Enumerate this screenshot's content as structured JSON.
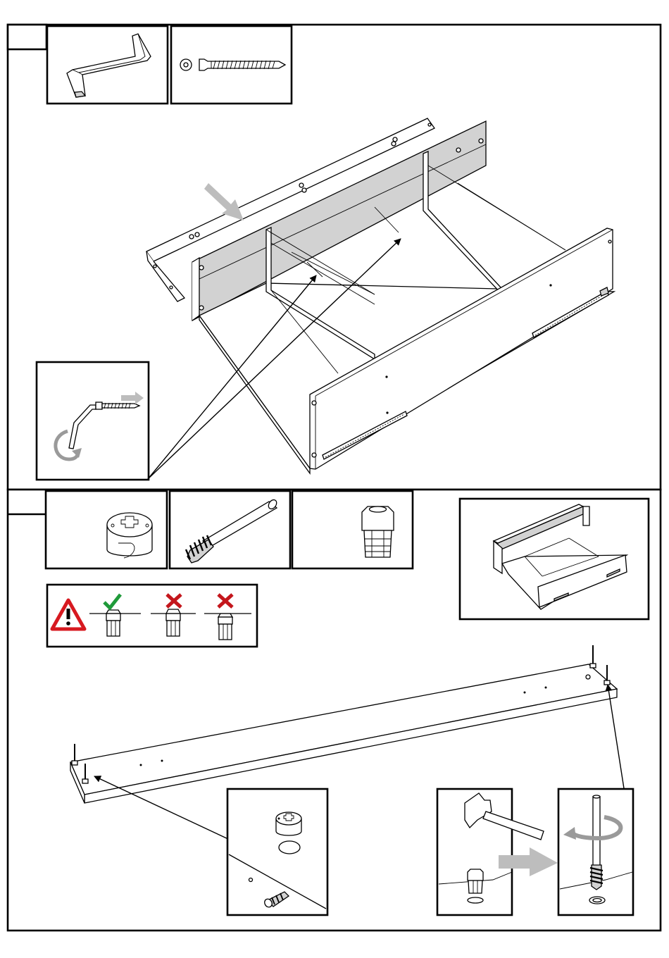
{
  "page": {
    "title": "",
    "steps": [
      {
        "number": "",
        "parts": [
          "allen-key",
          "screw-with-washer"
        ]
      },
      {
        "number": "",
        "parts": [
          "cam-lock",
          "cam-bolt",
          "dowel-insert"
        ]
      }
    ]
  },
  "colors": {
    "line": "#000000",
    "panel_shade": "#d2d2d2",
    "motion_arrow": "#bdbdbd",
    "ok": "#1f9a3a",
    "wrong": "#c4161c",
    "warning_red": "#d71920"
  },
  "icons": [
    "allen-key-icon",
    "screw-icon",
    "washer-icon",
    "cam-lock-icon",
    "cam-bolt-icon",
    "dowel-insert-icon",
    "hammer-icon",
    "warning-icon",
    "check-icon",
    "cross-icon",
    "rotate-icon"
  ],
  "warning": {
    "states": [
      "correct",
      "incorrect",
      "incorrect"
    ]
  }
}
